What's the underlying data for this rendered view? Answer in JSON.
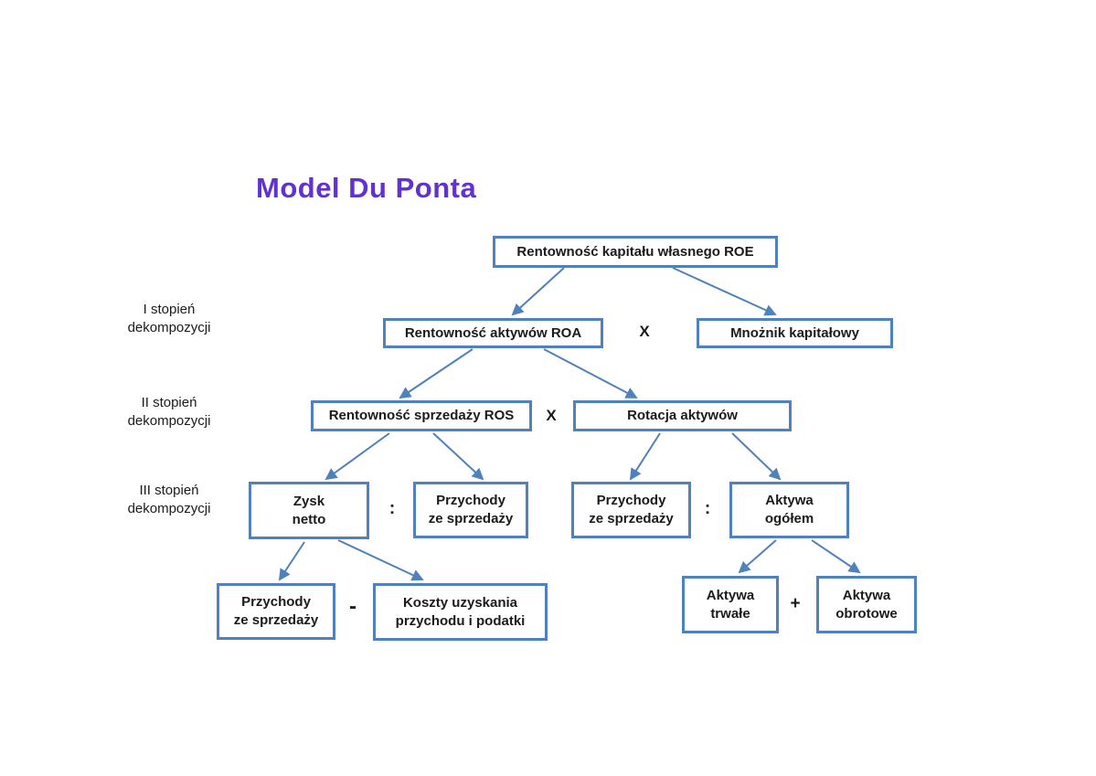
{
  "title": "Model Du Ponta",
  "colors": {
    "title_purple": "#6231d2",
    "box_border_blue": "#4f81bd",
    "arrow_blue": "#4f81bd",
    "text_black": "#1b1b1b"
  },
  "side_labels": [
    {
      "label": "I stopień\ndekompozycji"
    },
    {
      "label": "II stopień\ndekompozycji"
    },
    {
      "label": "III stopień\ndekompozycji"
    }
  ],
  "nodes": {
    "roe": {
      "label": "Rentowność kapitału własnego ROE"
    },
    "roa": {
      "label": "Rentowność aktywów ROA"
    },
    "capital_multiplier": {
      "label": "Mnożnik kapitałowy"
    },
    "ros": {
      "label": "Rentowność sprzedaży ROS"
    },
    "asset_rotation": {
      "label": "Rotacja aktywów"
    },
    "net_profit": {
      "label": "Zysk\nnetto"
    },
    "sales_revenue_l3": {
      "label": "Przychody\nze sprzedaży"
    },
    "sales_revenue_r3": {
      "label": "Przychody\nze sprzedaży"
    },
    "total_assets": {
      "label": "Aktywa\nogółem"
    },
    "sales_revenue_l4": {
      "label": "Przychody\nze sprzedaży"
    },
    "costs_and_taxes": {
      "label": "Koszty uzyskania\nprzychodu i podatki"
    },
    "fixed_assets": {
      "label": "Aktywa\ntrwałe"
    },
    "current_assets": {
      "label": "Aktywa\nobrotowe"
    }
  },
  "operators": {
    "level1": "X",
    "level2": "X",
    "level3_left": ":",
    "level3_right": ":",
    "level4_left": "-",
    "level4_right": "+"
  }
}
